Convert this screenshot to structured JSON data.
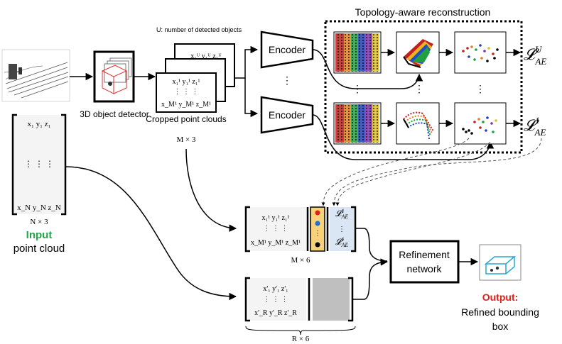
{
  "diagram": {
    "colors": {
      "input_green": "#22a84a",
      "output_red": "#e0201b",
      "concat_yellow": "#f7d27a",
      "loss_blue": "#dbe6f4",
      "gray_block": "#bfbfbf",
      "box_cyan": "#2aa9d6"
    },
    "labels": {
      "u_caption": "U: number of detected objects",
      "object_detector": "3D object detector",
      "cropped_clouds": "Cropped point clouds",
      "cropped_dims": "M × 3",
      "encoder_top": "Encoder",
      "encoder_bottom": "Encoder",
      "topology_title": "Topology-aware reconstruction",
      "loss_top": "𝓛ᵁ_AE",
      "loss_bottom": "𝓛¹_AE",
      "input_dims": "N × 3",
      "input_word": "Input",
      "input_rest": "point cloud",
      "concat_dims": "M × 6",
      "refine_dims": "R × 6",
      "refinement_network": "Refinement network",
      "output_word": "Output:",
      "output_desc": "Refined bounding box"
    },
    "matrices": {
      "input": [
        "x₁ y₁ z₁",
        "⋮ ⋮ ⋮",
        "x_N y_N z_N"
      ],
      "cropped": [
        "x₁¹ y₁¹ z₁¹",
        "⋮ ⋮ ⋮",
        "x_M¹ y_M¹ z_M¹"
      ],
      "cropped_top": "x₁ᵁ y₁ᵁ z₁ᵁ",
      "concat": [
        "x₁¹ y₁¹ z₁¹",
        "⋮ ⋮ ⋮",
        "x_M¹ y_M¹ z_M¹"
      ],
      "concat_loss": [
        "𝓛¹_AE",
        "⋮",
        "𝓛¹_AE"
      ],
      "refine": [
        "x'₁ y'₁ z'₁",
        "⋮ ⋮ ⋮",
        "x'_R y'_R z'_R"
      ]
    },
    "icons": [
      "lidar-scan-image",
      "object-detector-icon",
      "color-grid-icon",
      "folded-surface-icon",
      "scattered-points-icon",
      "refined-box-icon"
    ]
  }
}
